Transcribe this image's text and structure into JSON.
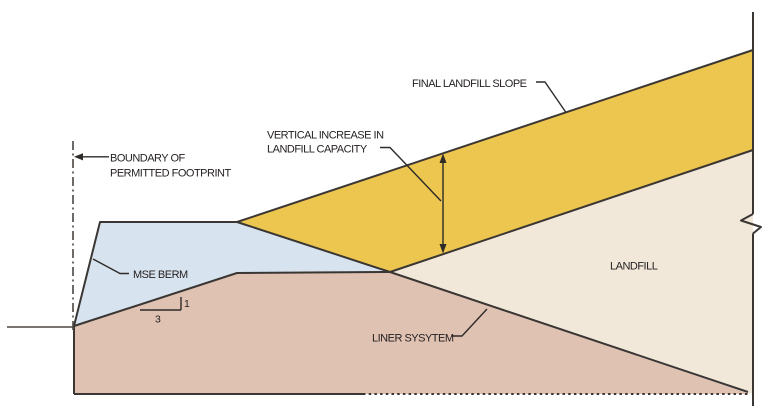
{
  "diagram": {
    "description": "Cross-section diagram of landfill vertical expansion using an MSE berm",
    "labels": {
      "boundary": {
        "line1": "BOUNDARY OF",
        "line2": "PERMITTED FOOTPRINT"
      },
      "vertical_increase": {
        "line1": "VERTICAL INCREASE IN",
        "line2": "LANDFILL CAPACITY"
      },
      "final_slope": "FINAL LANDFILL SLOPE",
      "mse_berm": "MSE BERM",
      "landfill": "LANDFILL",
      "liner_system": "LINER SYSYTEM",
      "slope_ratio": {
        "rise": "1",
        "run": "3"
      }
    },
    "colors": {
      "capacity_band": "#ecc64e",
      "mse_berm": "#d7e3ee",
      "landfill": "#f1e8da",
      "liner_soil": "#dfc2b2",
      "line": "#3a3633",
      "text": "#231f20",
      "background": "#ffffff"
    }
  }
}
